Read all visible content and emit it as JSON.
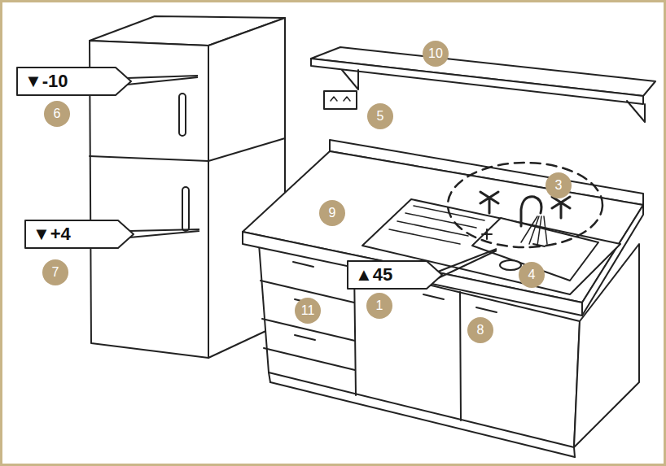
{
  "diagram": {
    "nodes": [
      {
        "text": [
          "▼-10"
        ]
      },
      {
        "text": [
          "▼+4"
        ]
      },
      {
        "text": [
          "▲45"
        ]
      }
    ],
    "labels": [
      "10",
      "5",
      "6",
      "3",
      "7",
      "9",
      "4",
      "1",
      "11",
      "8"
    ]
  }
}
